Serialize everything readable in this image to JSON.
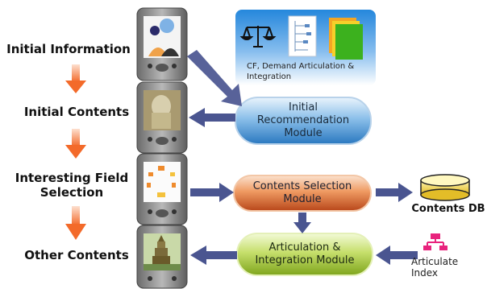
{
  "steps": [
    {
      "label": "Initial Information"
    },
    {
      "label": "Initial Contents"
    },
    {
      "label": "Interesting Field\nSelection"
    },
    {
      "label": "Other Contents"
    }
  ],
  "header_panel": {
    "caption": "CF, Demand Articulation &\nIntegration"
  },
  "modules": {
    "initial": "Initial\nRecommendation\nModule",
    "selection": "Contents Selection\nModule",
    "articulation": "Articulation &\nIntegration Module"
  },
  "contents_db": {
    "label": "Contents DB"
  },
  "articulate_index": {
    "label": "Articulate\nIndex"
  },
  "colors": {
    "step_arrow": "#f5763c",
    "flow_arrow": "#4a5590",
    "panel_blue": "#1f7fd0",
    "module_blue": "#4b95cf",
    "module_orange": "#d8612d",
    "module_green": "#a5c838",
    "db_yellow": "#f6e04a"
  },
  "icons": [
    "pda-device",
    "scale-icon",
    "tree-diagram-icon",
    "stacked-cards-icon",
    "database-icon",
    "index-icon"
  ]
}
